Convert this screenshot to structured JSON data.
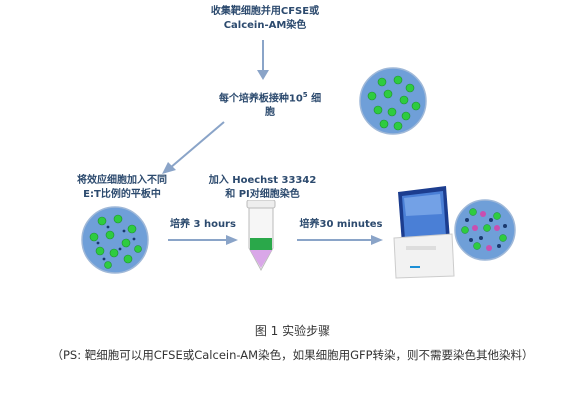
{
  "steps": {
    "collect": [
      "收集靶细胞并用CFSE或",
      "Calcein-AM染色"
    ],
    "seed_prefix": "每个培养板接种10",
    "seed_sup": "5",
    "seed_suffix": " 细",
    "seed_line2": "胞",
    "add_effector": [
      "将效应细胞加入不同",
      "E:T比例的平板中"
    ],
    "add_dye": [
      "加入 Hoechst 33342",
      "和 PI对细胞染色"
    ]
  },
  "arrows": {
    "culture_3h": "培养 3 hours",
    "culture_30m": "培养30 minutes"
  },
  "caption": "图 1 实验步骤",
  "note": "（PS: 靶细胞可以用CFSE或Calcein-AM染色，如果细胞用GFP转染，则不需要染色其他染料）",
  "colors": {
    "plate_fill": "#6f9fd8",
    "cell_green": "#2ecc40",
    "arrow": "#8aa4c8",
    "tube_green": "#2aa84a",
    "tube_purple": "#d9a7e8"
  }
}
